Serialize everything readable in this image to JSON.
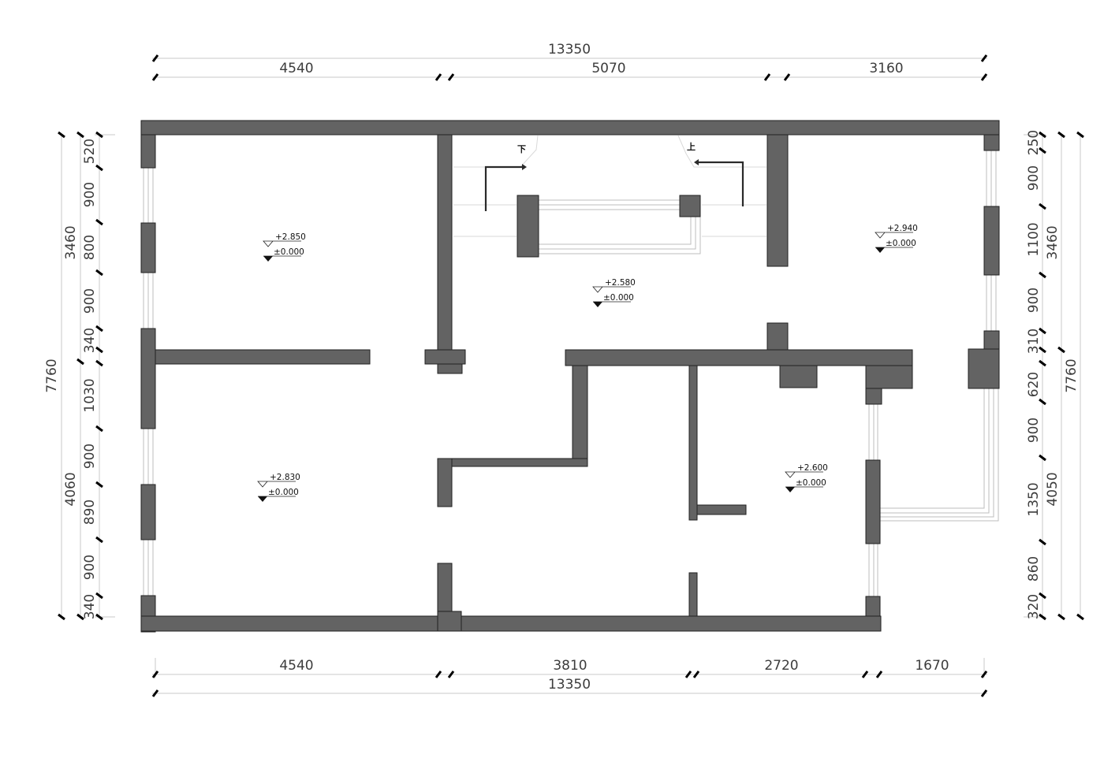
{
  "dimensions": {
    "top_total": "13350",
    "top_segments": [
      "4540",
      "5070",
      "3160"
    ],
    "bottom_segments": [
      "4540",
      "3810",
      "2720",
      "1670"
    ],
    "bottom_total": "13350",
    "left_total": "7760",
    "left_group_upper": "3460",
    "left_group_lower": "4060",
    "left_segments": [
      "520",
      "900",
      "800",
      "900",
      "340",
      "1030",
      "900",
      "890",
      "900",
      "340"
    ],
    "right_total": "7760",
    "right_group_upper": "3460",
    "right_group_lower": "4050",
    "right_segments": [
      "250",
      "900",
      "1100",
      "900",
      "310",
      "620",
      "900",
      "1350",
      "860",
      "320"
    ]
  },
  "levels": [
    {
      "top": "+2.850",
      "bottom": "±0.000"
    },
    {
      "top": "+2.580",
      "bottom": "±0.000"
    },
    {
      "top": "+2.940",
      "bottom": "±0.000"
    },
    {
      "top": "+2.830",
      "bottom": "±0.000"
    },
    {
      "top": "+2.600",
      "bottom": "±0.000"
    }
  ],
  "stairs": {
    "down_label": "下",
    "up_label": "上"
  },
  "colors": {
    "wall": "#636363",
    "dimension_line": "#c8c8c8",
    "text": "#3c3c3c"
  }
}
